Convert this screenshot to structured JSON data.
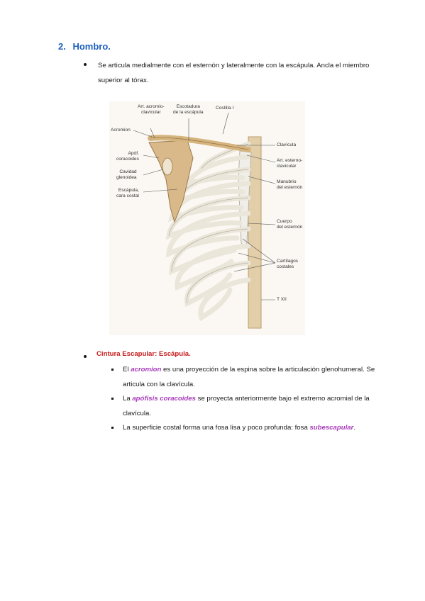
{
  "section": {
    "number": "2.",
    "title": "Hombro."
  },
  "intro": "Se articula medialmente con el esternón y lateralmente con la escápula. Ancla el miembro superior al tórax.",
  "figure": {
    "labels": {
      "art_acromio": "Art. acromio-\nclavicular",
      "escotadura": "Escotadura\nde la escápula",
      "costilla": "Costilla I",
      "acromion": "Acromion",
      "apof": "Apóf.\ncoracoides",
      "cavidad": "Cavidad\nglenoidea",
      "escapula": "Escápula,\ncara costal",
      "clavicula": "Clavícula",
      "art_esterno": "Art. esterno-\nclavicular",
      "manubrio": "Manubrio\ndel esternón",
      "cuerpo": "Cuerpo\ndel esternón",
      "cartilagos": "Cartílagos\ncostales",
      "txii": "T XII"
    }
  },
  "subsection": {
    "title": "Cintura Escapular: Escápula.",
    "items": [
      {
        "pre": "El ",
        "term": "acromion",
        "post": " es una proyección de la espina sobre la articulación glenohumeral. Se articula con la clavícula."
      },
      {
        "pre": "La ",
        "term": "apófisis coracoides",
        "post": " se proyecta anteriormente bajo el extremo acromial de la clavícula."
      },
      {
        "pre": "La superficie costal forma una fosa lisa y poco profunda: fosa ",
        "term": "subescapular",
        "post": "."
      }
    ]
  }
}
